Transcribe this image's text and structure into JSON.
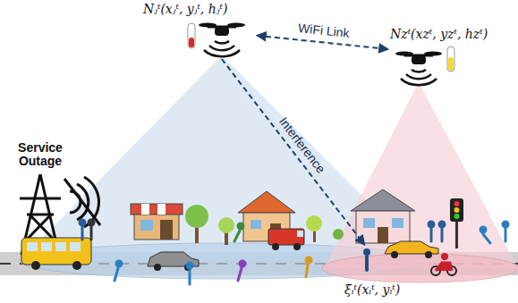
{
  "diagram": {
    "nodes": [
      {
        "text": [
          "Nⱼᵗ(xⱼᵗ, yⱼᵗ, hⱼᵗ)"
        ]
      },
      {
        "text": [
          "Nzᵗ(xzᵗ, yzᵗ, hzᵗ)"
        ]
      },
      {
        "text": [
          "ξᵢᵗ(xᵢᵗ, yᵢᵗ)"
        ]
      }
    ],
    "edges": [
      {
        "from": 0,
        "to": 1,
        "arrow": "both",
        "label": "WiFi Link"
      },
      {
        "from": 0,
        "to": 2,
        "arrow": "to",
        "label": "Interference"
      }
    ],
    "labels": [
      "Service Outage"
    ]
  }
}
